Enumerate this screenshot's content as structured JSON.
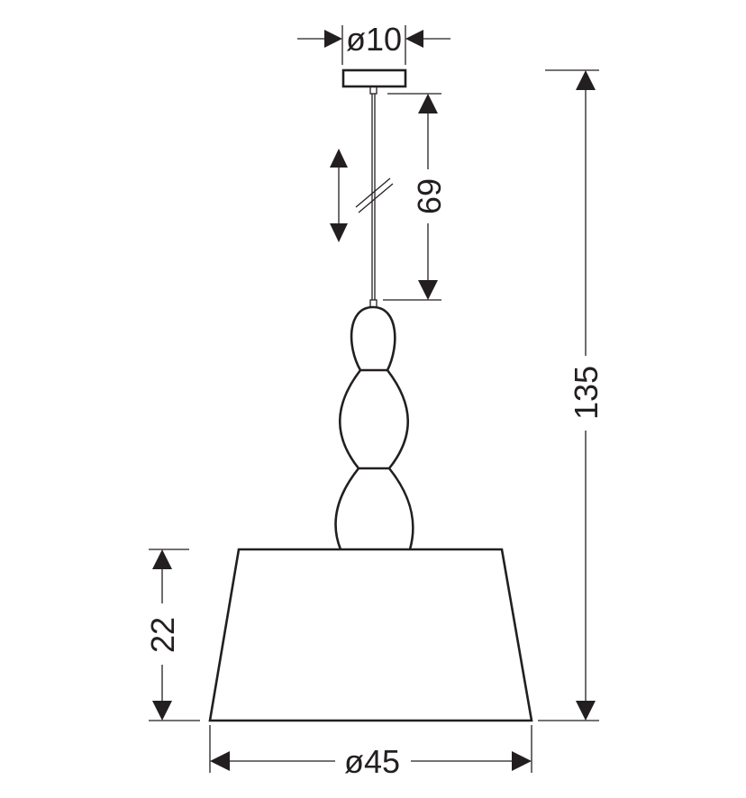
{
  "title": "Pendant lamp dimension drawing",
  "dimensions": {
    "canopy_diameter": "ø10",
    "cord_length": "69",
    "total_height": "135",
    "shade_height": "22",
    "shade_diameter": "ø45"
  },
  "colors": {
    "line": "#231f20",
    "background": "#ffffff"
  }
}
